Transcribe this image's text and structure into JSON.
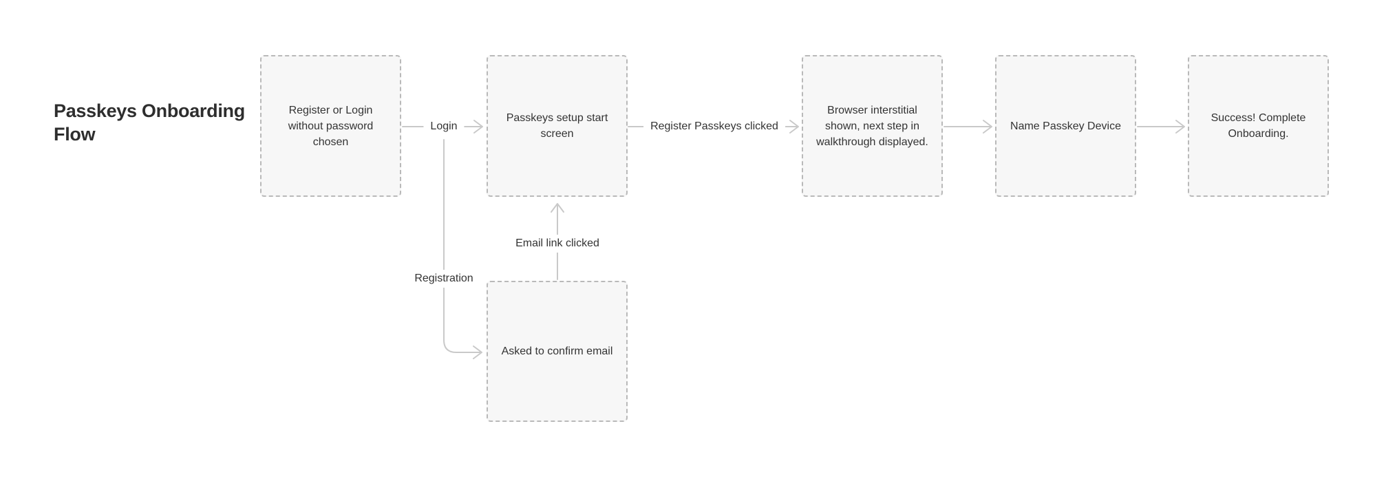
{
  "diagram": {
    "title": "Passkeys Onboarding Flow",
    "colors": {
      "node_fill": "#f7f7f7",
      "node_border": "#b9b9b9",
      "connector": "#c9c9c9",
      "text": "#333333",
      "title_text": "#2e2e2e",
      "page_bg": "#ffffff"
    },
    "nodes": [
      {
        "id": "register-or-login",
        "label": "Register or Login without password chosen"
      },
      {
        "id": "passkeys-setup-start",
        "label": "Passkeys setup start screen"
      },
      {
        "id": "browser-interstitial",
        "label": "Browser interstitial shown, next step in walkthrough displayed."
      },
      {
        "id": "name-passkey-device",
        "label": "Name Passkey Device"
      },
      {
        "id": "success-complete",
        "label": "Success! Complete Onboarding."
      },
      {
        "id": "asked-confirm-email",
        "label": "Asked to confirm email"
      }
    ],
    "edges": [
      {
        "from": "register-or-login",
        "to": "passkeys-setup-start",
        "label": "Login"
      },
      {
        "from": "passkeys-setup-start",
        "to": "browser-interstitial",
        "label": "Register Passkeys clicked"
      },
      {
        "from": "browser-interstitial",
        "to": "name-passkey-device",
        "label": ""
      },
      {
        "from": "name-passkey-device",
        "to": "success-complete",
        "label": ""
      },
      {
        "from": "register-or-login",
        "to": "asked-confirm-email",
        "label": "Registration"
      },
      {
        "from": "asked-confirm-email",
        "to": "passkeys-setup-start",
        "label": "Email link clicked"
      }
    ]
  }
}
